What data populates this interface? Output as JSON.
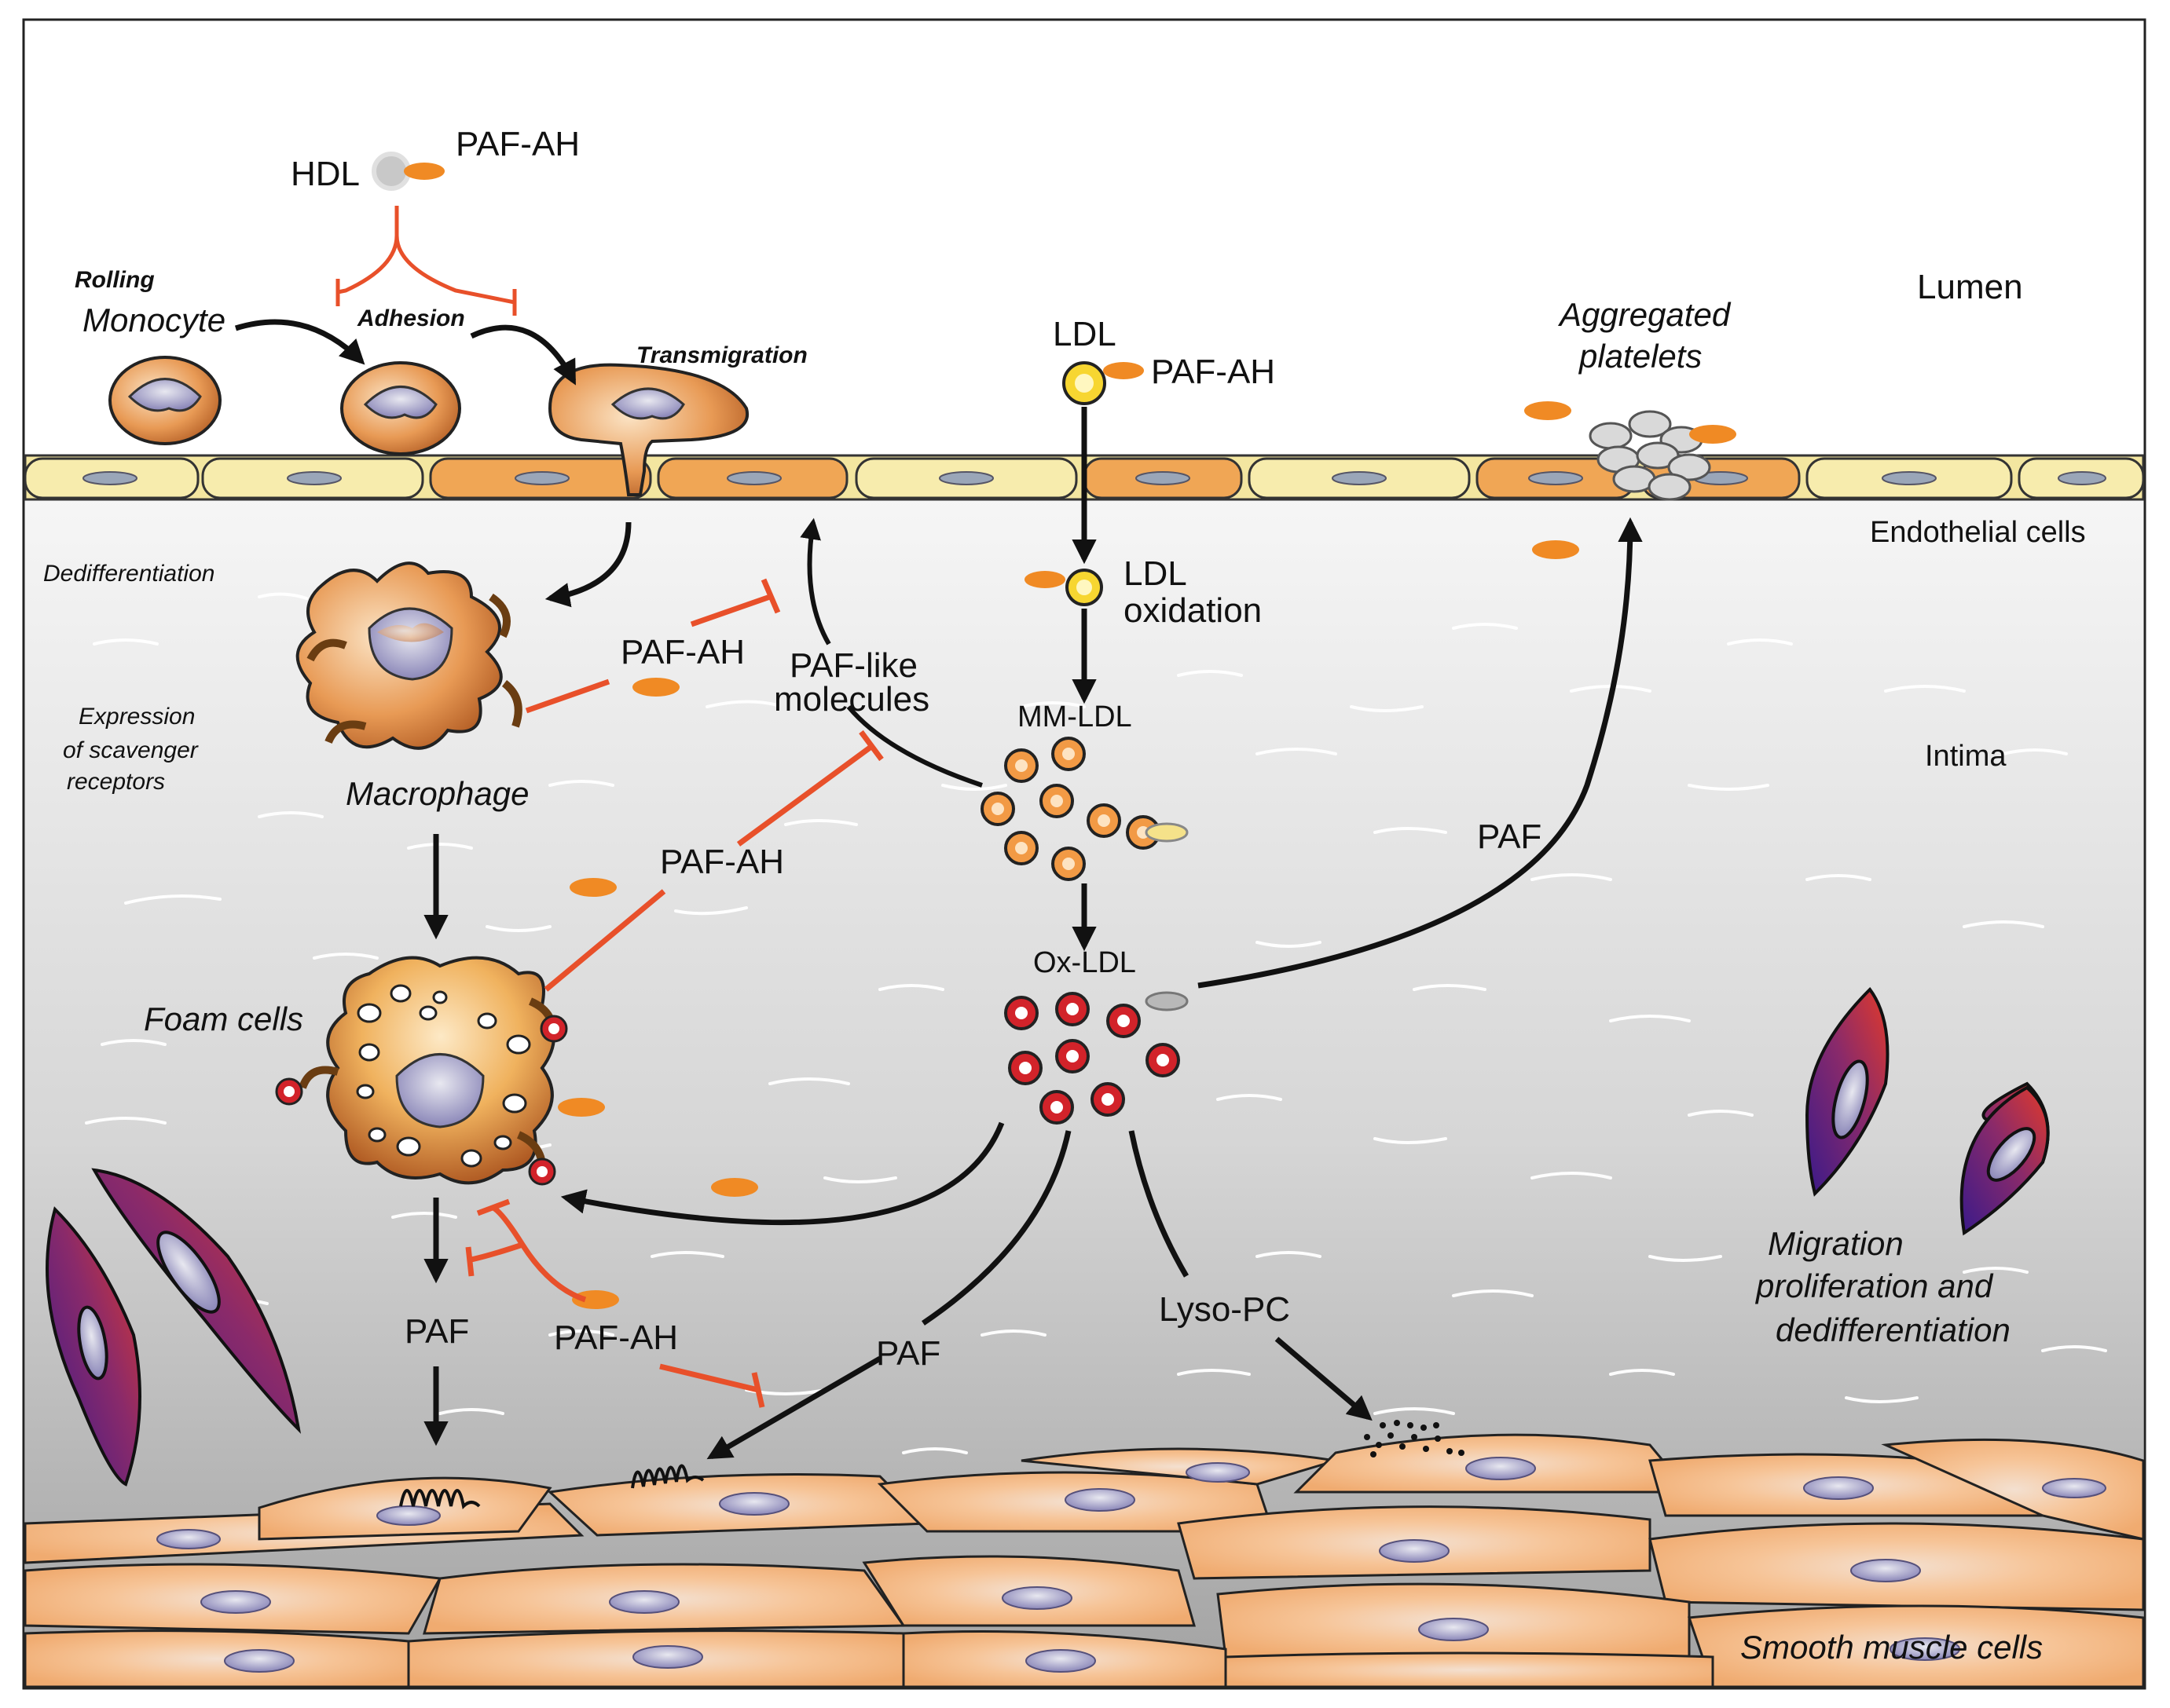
{
  "labels": {
    "hdl": "HDL",
    "paf_ah_top": "PAF-AH",
    "rolling": "Rolling",
    "monocyte": "Monocyte",
    "adhesion": "Adhesion",
    "transmigration": "Transmigration",
    "ldl": "LDL",
    "paf_ah_ldl": "PAF-AH",
    "aggregated_1": "Aggregated",
    "aggregated_2": "platelets",
    "lumen": "Lumen",
    "endothelial": "Endothelial cells",
    "dedifferentiation": "Dedifferentiation",
    "ldl_ox_1": "LDL",
    "ldl_ox_2": "oxidation",
    "paf_ah_mac": "PAF-AH",
    "paf_like_1": "PAF-like",
    "paf_like_2": "molecules",
    "mm_ldl": "MM-LDL",
    "expr_1": "Expression",
    "expr_2": "of scavenger",
    "expr_3": "receptors",
    "macrophage": "Macrophage",
    "intima": "Intima",
    "paf_ah_mid": "PAF-AH",
    "paf_right": "PAF",
    "ox_ldl": "Ox-LDL",
    "foam_cells": "Foam cells",
    "migration_1": "Migration",
    "migration_2": "proliferation and",
    "migration_3": "dedifferentiation",
    "paf_left": "PAF",
    "paf_ah_bottom": "PAF-AH",
    "paf_center": "PAF",
    "lyso_pc": "Lyso-PC",
    "smooth_muscle": "Smooth muscle cells"
  },
  "colors": {
    "inhibition": "#e8502a",
    "activation": "#111111",
    "paf_ah_enzyme": "#f08a24",
    "endothelium": "#f5e9a0",
    "activated_endothelium": "#f0a655",
    "intima_top": "#f4f4f4",
    "intima_bottom": "#a8a8a8",
    "ldl_particle": "#f7d631",
    "mm_ldl_particle": "#f29a45",
    "ox_ldl_particle": "#d2232a",
    "smooth_muscle_cell": "#f7c79a",
    "migrating_cell": "#5a1f8a"
  }
}
